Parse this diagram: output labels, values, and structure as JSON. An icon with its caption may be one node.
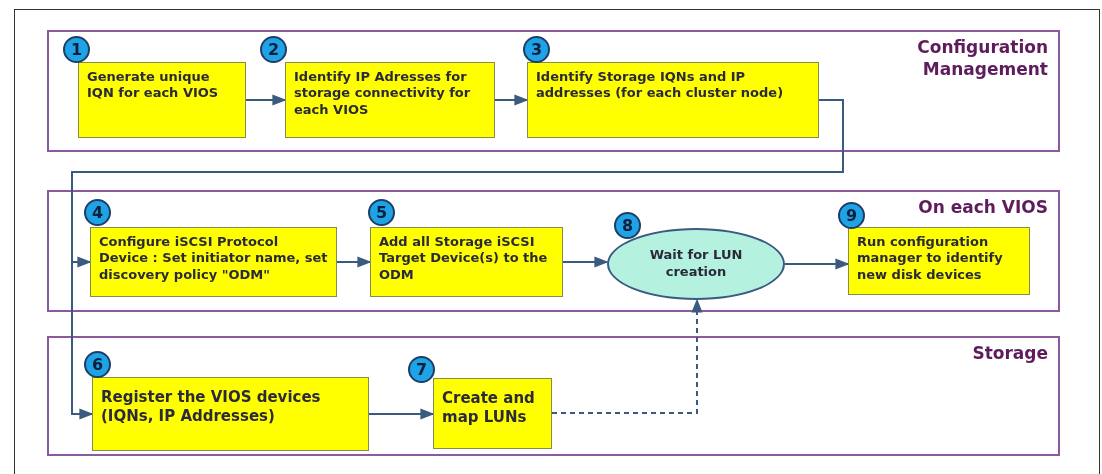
{
  "diagram": {
    "nodes": [
      {
        "text": [
          "Configuration Management"
        ]
      },
      {
        "text": [
          "1"
        ],
        "in": 0
      },
      {
        "text": [
          "Generate unique IQN for each VIOS"
        ],
        "in": 0
      },
      {
        "text": [
          "2"
        ],
        "in": 0
      },
      {
        "text": [
          "Identify IP Adresses for storage connectivity for each VIOS"
        ],
        "in": 0
      },
      {
        "text": [
          "3"
        ],
        "in": 0
      },
      {
        "text": [
          "Identify Storage IQNs and IP addresses (for each cluster node)"
        ],
        "in": 0
      },
      {
        "text": [
          "On each VIOS"
        ]
      },
      {
        "text": [
          "4"
        ],
        "in": 7
      },
      {
        "text": [
          "Configure iSCSI Protocol Device : Set initiator name, set discovery policy \"ODM\""
        ],
        "in": 7
      },
      {
        "text": [
          "5"
        ],
        "in": 7
      },
      {
        "text": [
          "Add all Storage iSCSI Target Device(s) to the ODM"
        ],
        "in": 7
      },
      {
        "text": [
          "8"
        ],
        "in": 7
      },
      {
        "text": [
          "Wait for LUN creation"
        ],
        "in": 7
      },
      {
        "text": [
          "9"
        ],
        "in": 7
      },
      {
        "text": [
          "Run configuration manager to identify new disk devices"
        ],
        "in": 7
      },
      {
        "text": [
          "Storage"
        ]
      },
      {
        "text": [
          "6"
        ],
        "in": 16
      },
      {
        "text": [
          "Register the VIOS devices (IQNs, IP Addresses)"
        ],
        "in": 16
      },
      {
        "text": [
          "7"
        ],
        "in": 16
      },
      {
        "text": [
          "Create and map LUNs"
        ],
        "in": 16
      }
    ],
    "edges": [
      {
        "from": 2,
        "to": 4,
        "arrow": "to"
      },
      {
        "from": 4,
        "to": 6,
        "arrow": "to"
      },
      {
        "from": 6,
        "to": 9,
        "arrow": "to"
      },
      {
        "from": 6,
        "to": 18,
        "arrow": "to"
      },
      {
        "from": 9,
        "to": 11,
        "arrow": "to"
      },
      {
        "from": 11,
        "to": 13,
        "arrow": "to"
      },
      {
        "from": 13,
        "to": 15,
        "arrow": "to"
      },
      {
        "from": 18,
        "to": 20,
        "arrow": "to"
      },
      {
        "from": 20,
        "to": 13,
        "arrow": "to",
        "style": "dashed"
      }
    ]
  }
}
